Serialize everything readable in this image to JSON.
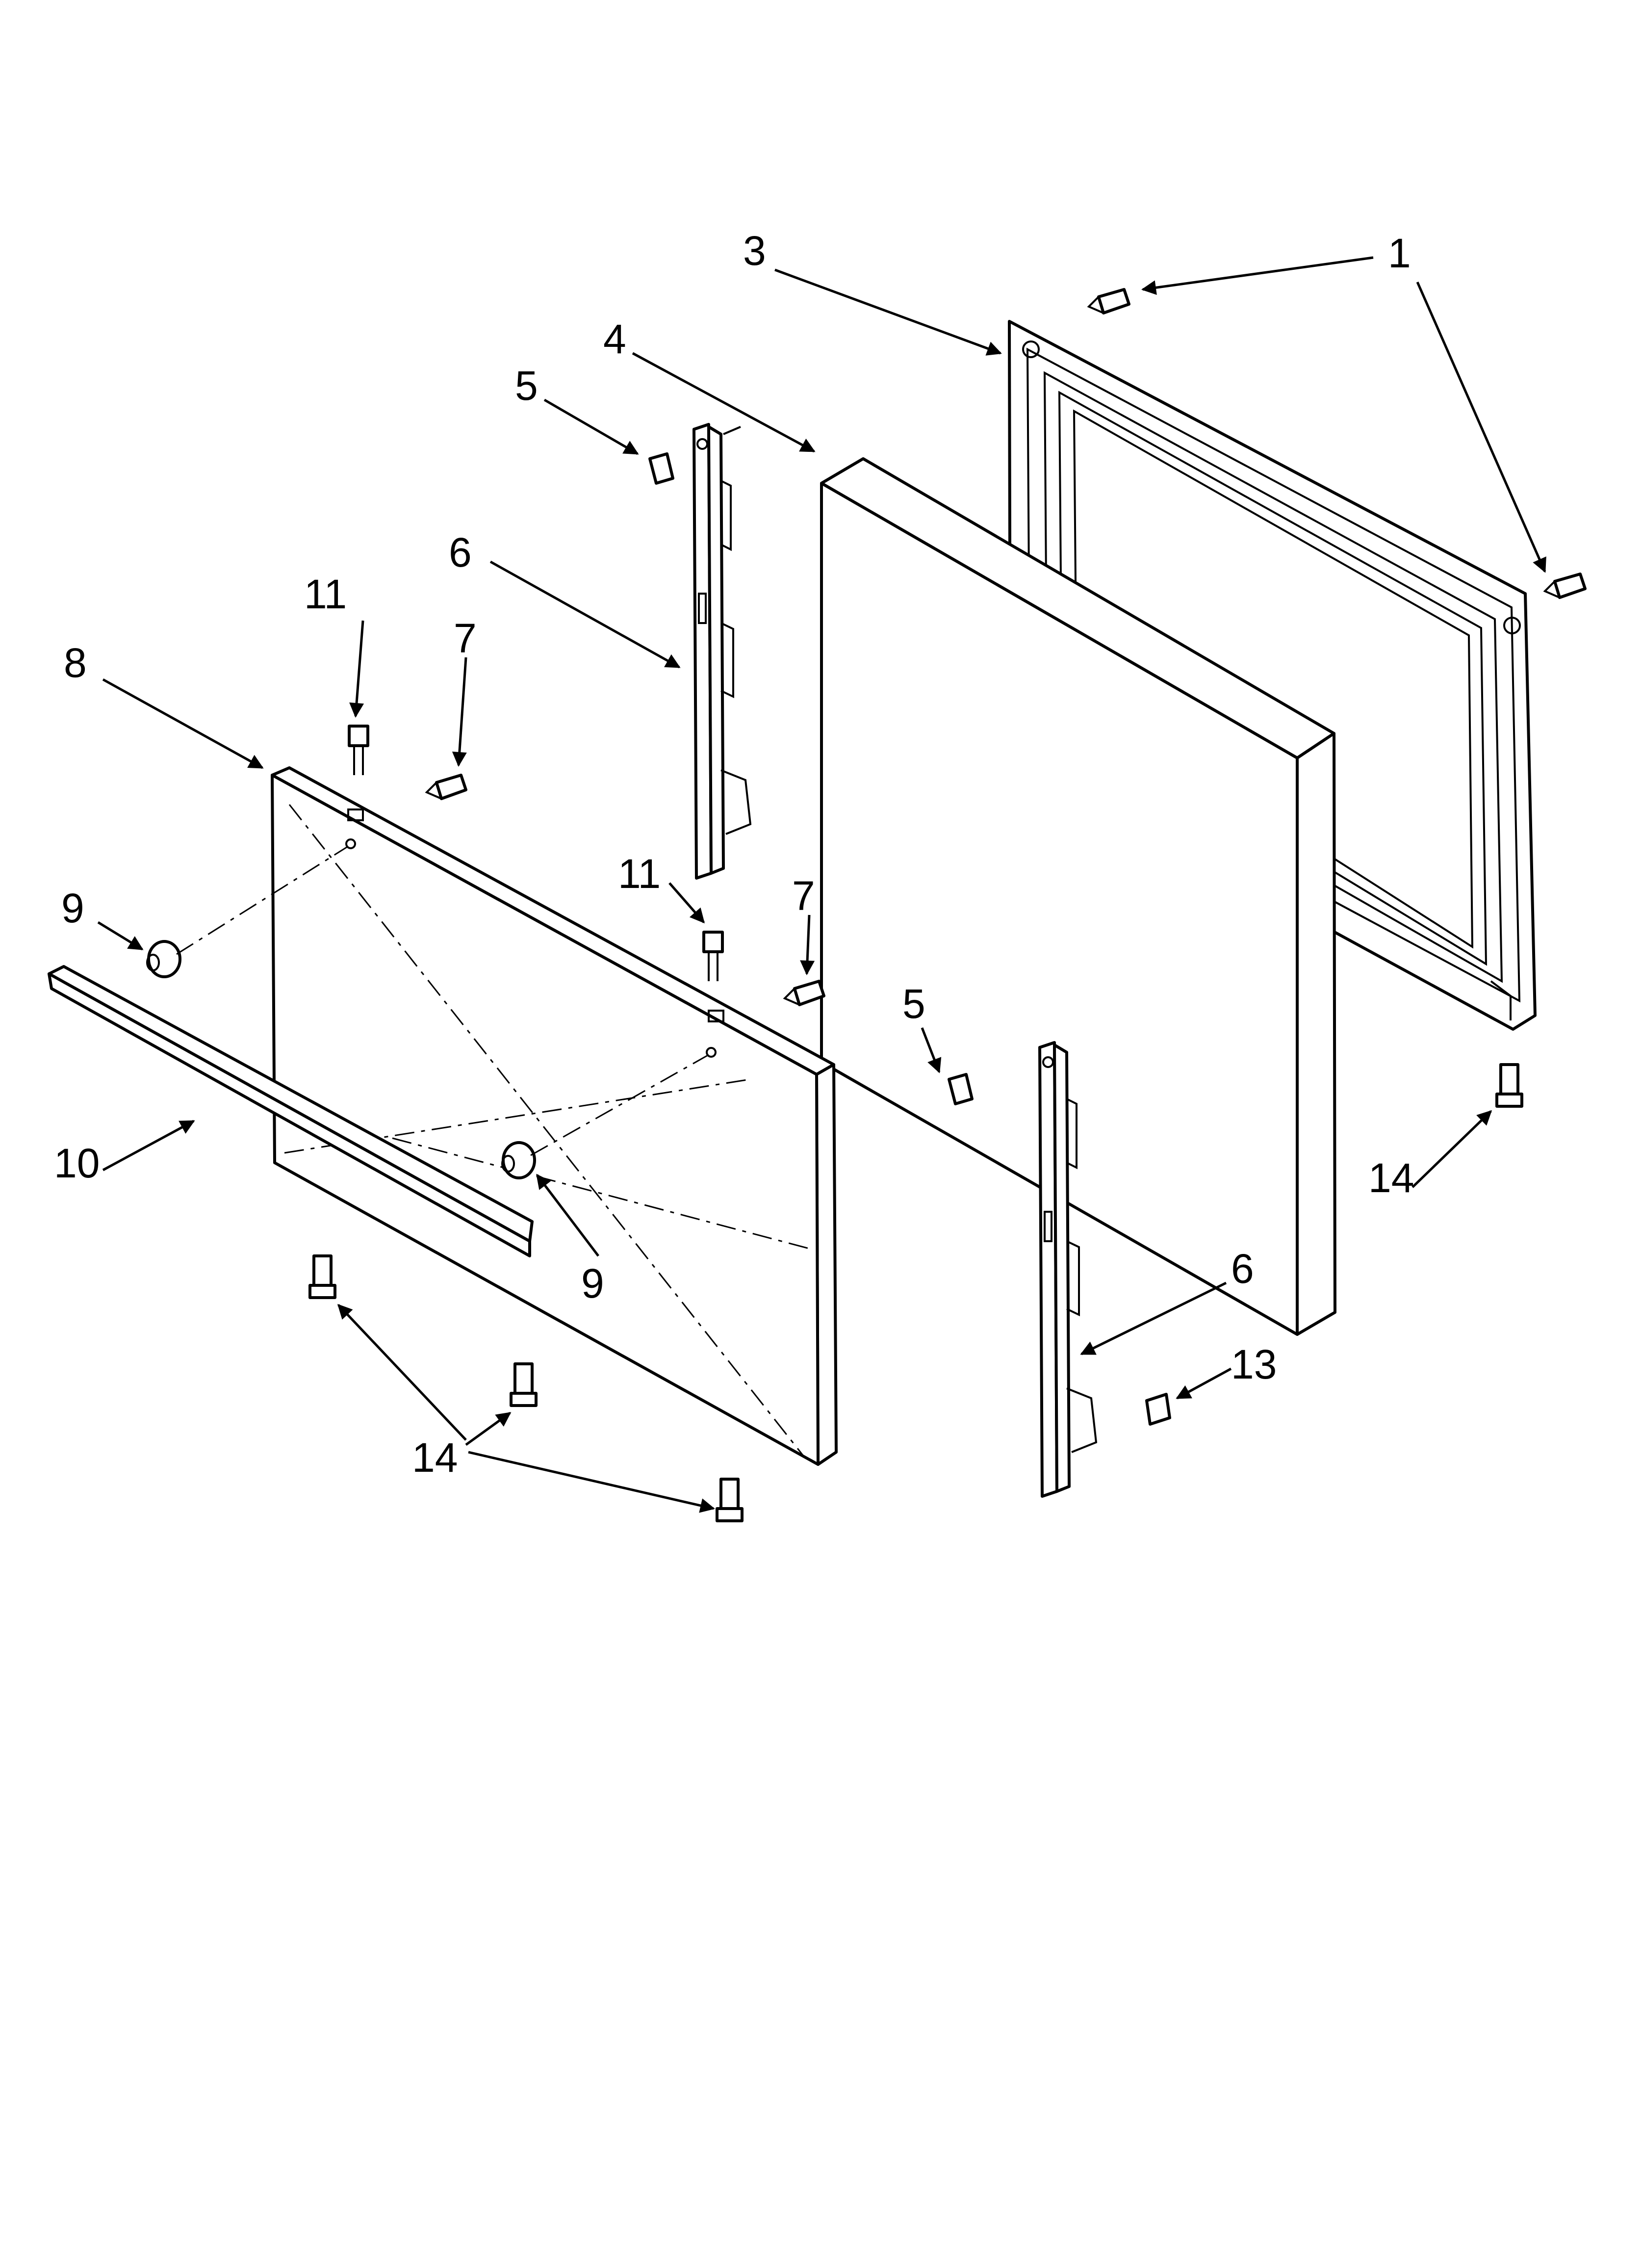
{
  "callouts": [
    {
      "id": "c1",
      "label": "1"
    },
    {
      "id": "c3",
      "label": "3"
    },
    {
      "id": "c4",
      "label": "4"
    },
    {
      "id": "c5a",
      "label": "5"
    },
    {
      "id": "c5b",
      "label": "5"
    },
    {
      "id": "c6a",
      "label": "6"
    },
    {
      "id": "c6b",
      "label": "6"
    },
    {
      "id": "c7a",
      "label": "7"
    },
    {
      "id": "c7b",
      "label": "7"
    },
    {
      "id": "c8",
      "label": "8"
    },
    {
      "id": "c9a",
      "label": "9"
    },
    {
      "id": "c9b",
      "label": "9"
    },
    {
      "id": "c10",
      "label": "10"
    },
    {
      "id": "c11a",
      "label": "11"
    },
    {
      "id": "c11b",
      "label": "11"
    },
    {
      "id": "c13",
      "label": "13"
    },
    {
      "id": "c14a",
      "label": "14"
    },
    {
      "id": "c14b",
      "label": "14"
    }
  ],
  "colors": {
    "line": "#000000",
    "background": "#ffffff"
  }
}
